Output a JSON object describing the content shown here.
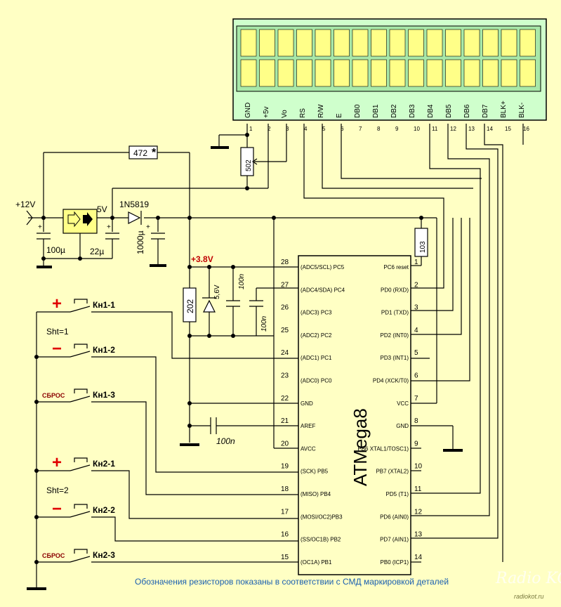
{
  "lcd": {
    "pins": [
      {
        "name": "GND",
        "num": "1"
      },
      {
        "name": "+5v",
        "num": "2"
      },
      {
        "name": "Vo",
        "num": "3"
      },
      {
        "name": "RS",
        "num": "4"
      },
      {
        "name": "R/W",
        "num": "5"
      },
      {
        "name": "E",
        "num": "6"
      },
      {
        "name": "DB0",
        "num": "7"
      },
      {
        "name": "DB1",
        "num": "8"
      },
      {
        "name": "DB2",
        "num": "9"
      },
      {
        "name": "DB3",
        "num": "10"
      },
      {
        "name": "DB4",
        "num": "11"
      },
      {
        "name": "DB5",
        "num": "12"
      },
      {
        "name": "DB6",
        "num": "13"
      },
      {
        "name": "DB7",
        "num": "14"
      },
      {
        "name": "BLK+",
        "num": "15"
      },
      {
        "name": "BLK-",
        "num": "16"
      }
    ],
    "rows": 2,
    "columns": 16
  },
  "components": {
    "r_top": "472",
    "r_top_mark": "*",
    "pot": "502",
    "r_reset": "103",
    "r_div": "202",
    "diode": "1N5819",
    "zener": "5,6V",
    "c_in": "100µ",
    "c_reg": "22µ",
    "c_bulk": "1000µ",
    "c_z1": "100n",
    "c_z2": "100n",
    "c_aref": "100n"
  },
  "nets": {
    "v12": "+12V",
    "v5": "5V",
    "v38": "+3.8V"
  },
  "buttons": [
    {
      "id": "Кн1-1",
      "sign": "+"
    },
    {
      "id": "Кн1-2",
      "sign": "−"
    },
    {
      "id": "Кн1-3",
      "sign": "СБРОС"
    },
    {
      "id": "Кн2-1",
      "sign": "+"
    },
    {
      "id": "Кн2-2",
      "sign": "−"
    },
    {
      "id": "Кн2-3",
      "sign": "СБРОС"
    }
  ],
  "sht": [
    "Sht=1",
    "Sht=2"
  ],
  "mcu": {
    "name": "ATMega8",
    "left": [
      {
        "num": "28",
        "label": "(ADC5/SCL) PC5"
      },
      {
        "num": "27",
        "label": "(ADC4/SDA) PC4"
      },
      {
        "num": "26",
        "label": "(ADC3) PC3"
      },
      {
        "num": "25",
        "label": "(ADC2) PC2"
      },
      {
        "num": "24",
        "label": "(ADC1) PC1"
      },
      {
        "num": "23",
        "label": "(ADC0) PC0"
      },
      {
        "num": "22",
        "label": "GND"
      },
      {
        "num": "21",
        "label": "AREF"
      },
      {
        "num": "20",
        "label": "AVCC"
      },
      {
        "num": "19",
        "label": "(SCK) PB5"
      },
      {
        "num": "18",
        "label": "(MISO) PB4"
      },
      {
        "num": "17",
        "label": "(MOSI/OC2)PB3"
      },
      {
        "num": "16",
        "label": "(SS/OC1B) PB2"
      },
      {
        "num": "15",
        "label": "(OC1A) PB1"
      }
    ],
    "right": [
      {
        "num": "1",
        "label": "PC6 reset"
      },
      {
        "num": "2",
        "label": "PD0 (RXD)"
      },
      {
        "num": "3",
        "label": "PD1 (TXD)"
      },
      {
        "num": "4",
        "label": "PD2 (INT0)"
      },
      {
        "num": "5",
        "label": "PD3 (INT1)"
      },
      {
        "num": "6",
        "label": "PD4 (XCK/T0)"
      },
      {
        "num": "7",
        "label": "VCC"
      },
      {
        "num": "8",
        "label": "GND"
      },
      {
        "num": "9",
        "label": "PB6 XTAL1/TOSC1)"
      },
      {
        "num": "10",
        "label": "PB7 (XTAL2)"
      },
      {
        "num": "11",
        "label": "PD5  (T1)"
      },
      {
        "num": "12",
        "label": "PD6 (AIN0)"
      },
      {
        "num": "13",
        "label": "PD7 (AIN1)"
      },
      {
        "num": "14",
        "label": "PB0 (ICP1)"
      }
    ]
  },
  "note": "Обозначения резисторов показаны в соответствии с СМД маркировкой деталей",
  "watermark": {
    "logo": "Radio KOT",
    "url": "radiokot.ru"
  }
}
